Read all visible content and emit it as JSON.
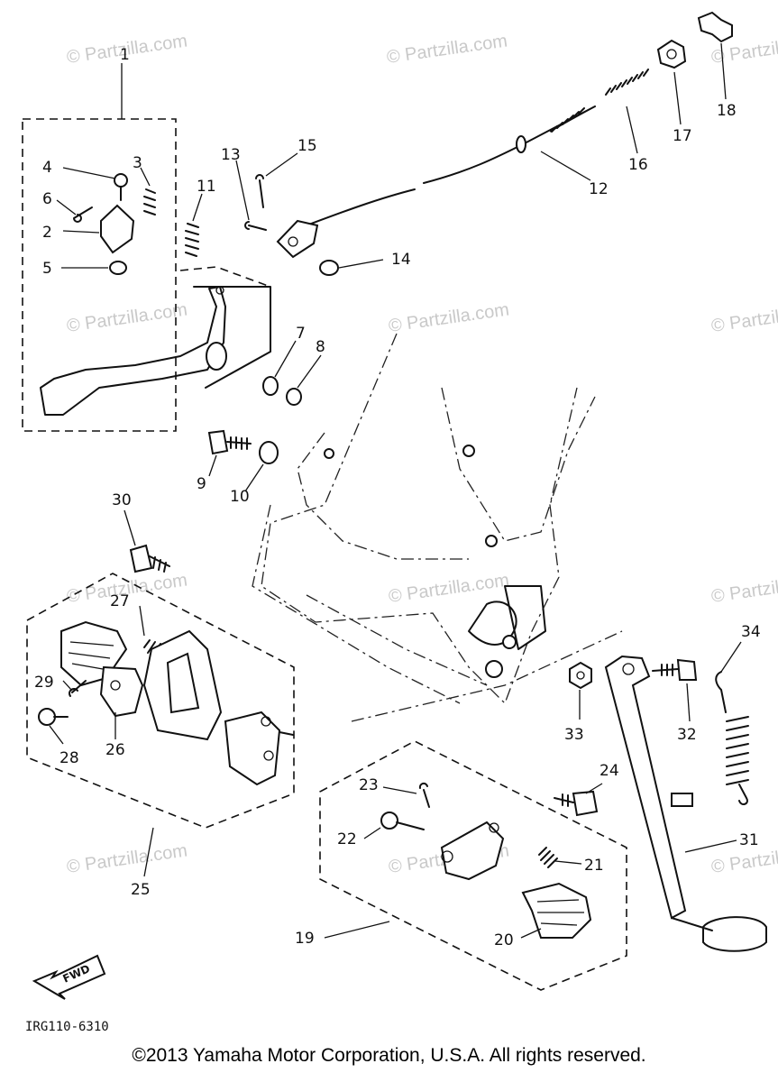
{
  "watermark_text": "© Partzilla.com",
  "diagram_code": "IRG110-6310",
  "fwd_label": "FWD",
  "copyright": "©2013 Yamaha Motor Corporation, U.S.A. All rights reserved.",
  "callouts": {
    "c1": "1",
    "c2": "2",
    "c3": "3",
    "c4": "4",
    "c5": "5",
    "c6": "6",
    "c7": "7",
    "c8": "8",
    "c9": "9",
    "c10": "10",
    "c11": "11",
    "c12": "12",
    "c13": "13",
    "c14": "14",
    "c15": "15",
    "c16": "16",
    "c17": "17",
    "c18": "18",
    "c19": "19",
    "c20": "20",
    "c21": "21",
    "c22": "22",
    "c23": "23",
    "c24": "24",
    "c25": "25",
    "c26": "26",
    "c27": "27",
    "c28": "28",
    "c29": "29",
    "c30": "30",
    "c31": "31",
    "c32": "32",
    "c33": "33",
    "c34": "34"
  }
}
